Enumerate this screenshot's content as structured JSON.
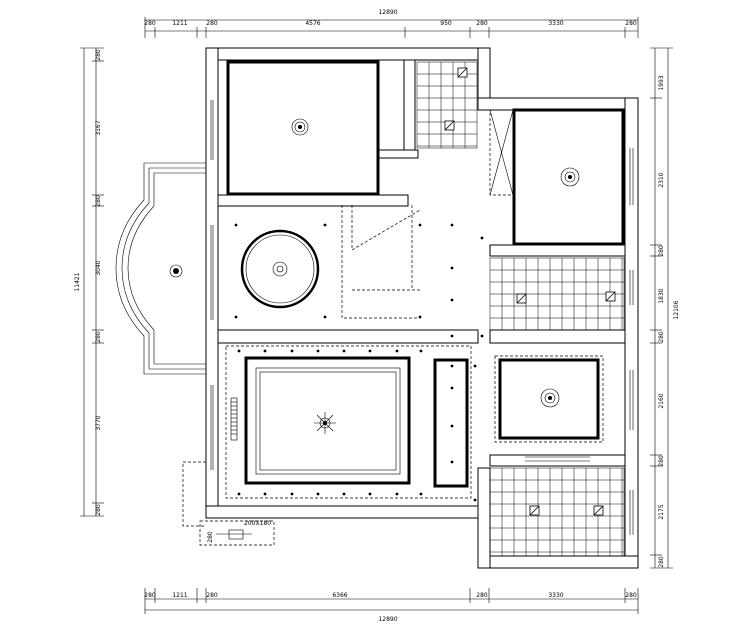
{
  "drawing": {
    "top_dims": {
      "overall": "12890",
      "segments": [
        "280",
        "1211",
        "280",
        "4576",
        "950",
        "280",
        "3330",
        "280"
      ]
    },
    "bottom_dims": {
      "overall": "12890",
      "segments": [
        "280",
        "1211",
        "280",
        "6366",
        "280",
        "3330",
        "280"
      ]
    },
    "left_dims": {
      "overall": "11421",
      "segments": [
        "280",
        "3167",
        "280",
        "3040",
        "280",
        "3770",
        "280"
      ]
    },
    "right_dims": {
      "overall": "12106",
      "segments": [
        "1993",
        "2310",
        "280",
        "1830",
        "280",
        "2160",
        "280",
        "2175",
        "280"
      ]
    },
    "annotation": {
      "line1": "200X180",
      "line2": "280"
    }
  }
}
